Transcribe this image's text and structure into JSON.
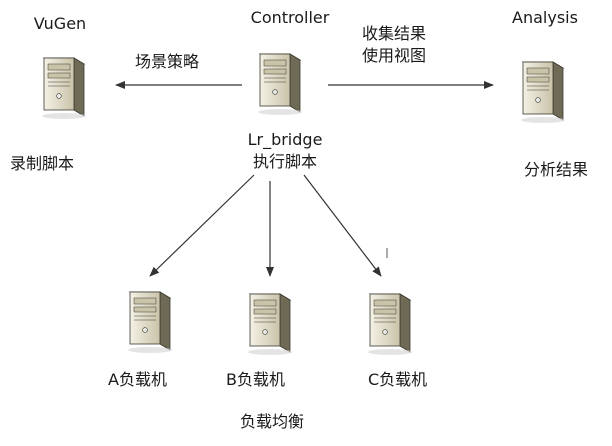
{
  "nodes": {
    "vugen": {
      "title": "VuGen",
      "caption": "录制脚本"
    },
    "controller": {
      "title": "Controller",
      "caption_line1": "Lr_bridge",
      "caption_line2": "执行脚本"
    },
    "analysis": {
      "title": "Analysis",
      "caption": "分析结果"
    },
    "load_a": {
      "caption": "A负载机"
    },
    "load_b": {
      "caption": "B负载机"
    },
    "load_c": {
      "caption": "C负载机"
    }
  },
  "edges": {
    "to_vugen": {
      "label": "场景策略"
    },
    "to_analysis": {
      "label_line1": "收集结果",
      "label_line2": "使用视图"
    }
  },
  "footer": {
    "label": "负载均衡"
  },
  "colors": {
    "case_light": "#f4f1e6",
    "case_mid": "#c9c3a8",
    "case_dark": "#6e6a55",
    "case_edge": "#3a3a30",
    "arrow": "#333333"
  }
}
